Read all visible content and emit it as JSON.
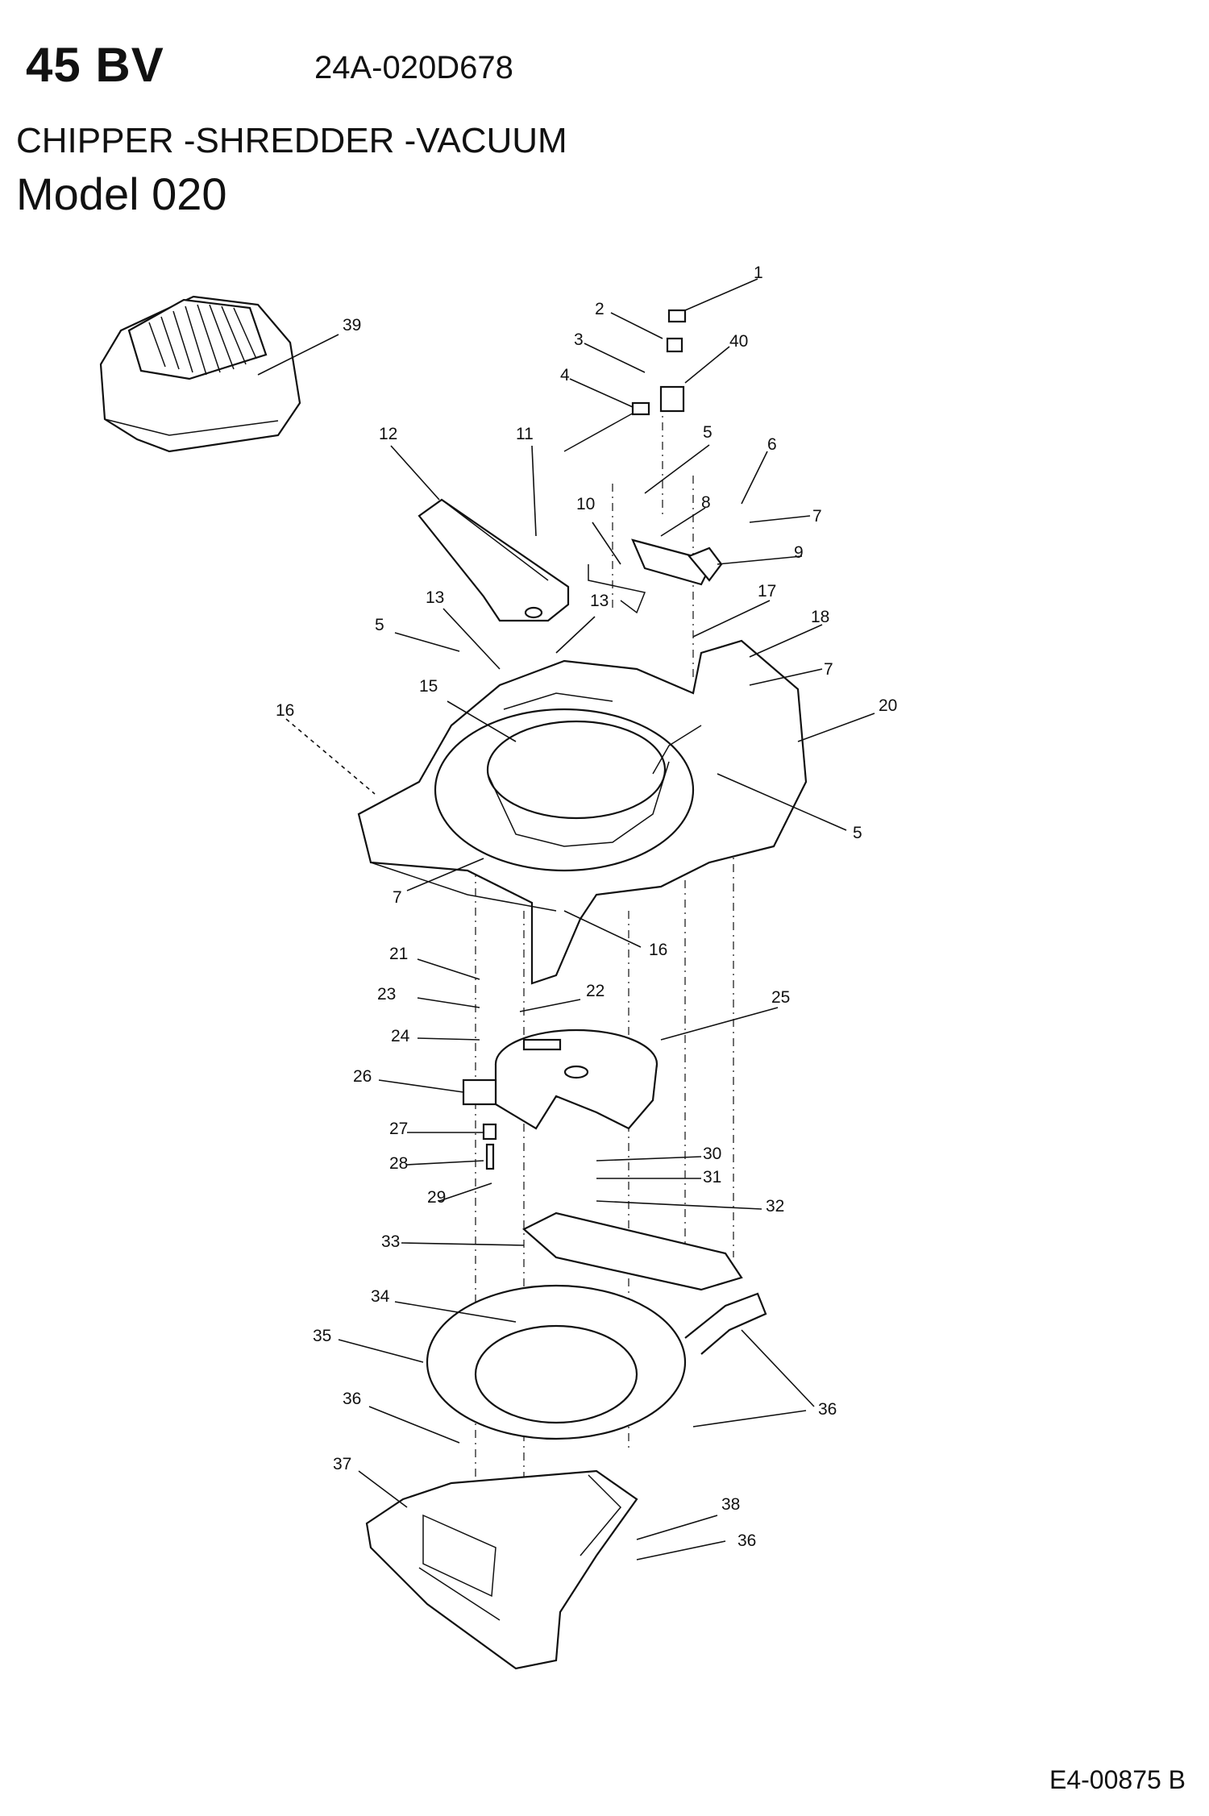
{
  "header": {
    "model_code": "45 BV",
    "part_number": "24A-020D678",
    "product_type": "CHIPPER -SHREDDER -VACUUM",
    "model_line": "Model 020"
  },
  "footer": {
    "doc_ref": "E4-00875 B"
  },
  "callouts": [
    "1",
    "2",
    "3",
    "4",
    "40",
    "5",
    "6",
    "7",
    "8",
    "9",
    "10",
    "11",
    "12",
    "13",
    "13",
    "5",
    "15",
    "16",
    "17",
    "18",
    "7",
    "20",
    "5",
    "7",
    "16",
    "21",
    "22",
    "23",
    "24",
    "25",
    "26",
    "27",
    "28",
    "29",
    "30",
    "31",
    "32",
    "33",
    "34",
    "35",
    "36",
    "36",
    "37",
    "38",
    "36",
    "39"
  ]
}
